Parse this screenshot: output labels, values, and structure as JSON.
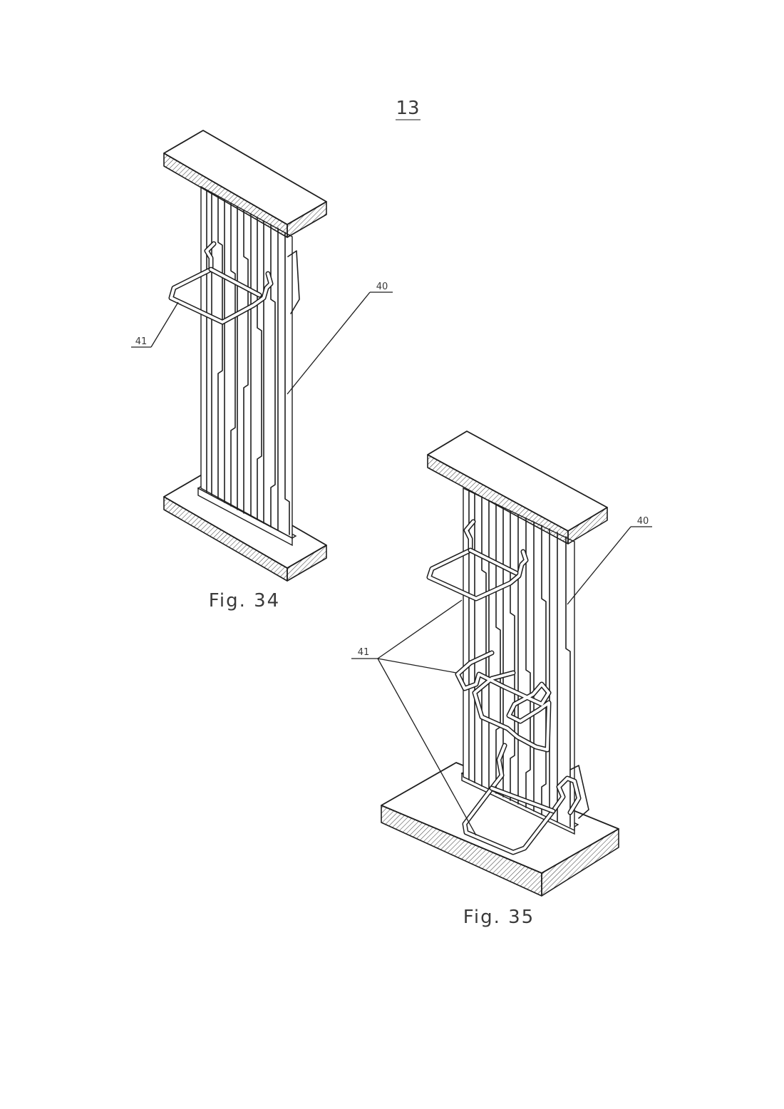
{
  "sheet": {
    "page_number": "13"
  },
  "figures": [
    {
      "caption": "Fig. 34",
      "labels": [
        "41",
        "40"
      ]
    },
    {
      "caption": "Fig. 35",
      "labels": [
        "41",
        "40"
      ]
    }
  ]
}
